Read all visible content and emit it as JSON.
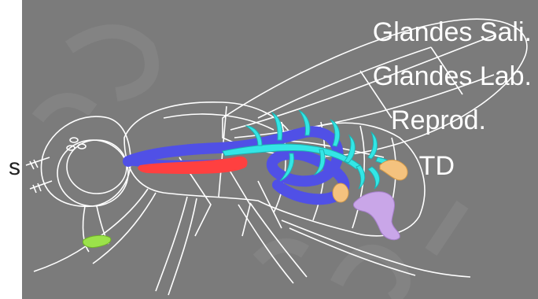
{
  "labels": {
    "salivary": "Glandes Sali.",
    "labial": "Glandes Lab.",
    "reproductive": "Reprod.",
    "digestive": "TD"
  },
  "edge_mark": "s",
  "colors": {
    "background": "#7b7b7b",
    "outline": "#ffffff",
    "gut": "#5050e6",
    "crop": "#ff4040",
    "salivary_glands": "#33e6e6",
    "orange_organs": "#f4c27e",
    "reproductive_organ": "#c9a6e8",
    "green_organ": "#9be24a"
  }
}
